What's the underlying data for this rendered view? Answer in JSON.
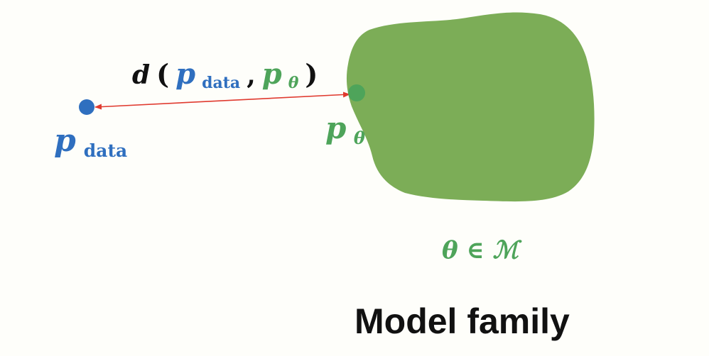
{
  "colors": {
    "background": "#fefefa",
    "data_blue": "#2f6fbf",
    "model_green": "#4ea45a",
    "region_green": "#7cad57",
    "arrow_red": "#e03a2f",
    "text_black": "#111111"
  },
  "distance_label": {
    "func": "d",
    "open_paren": "(",
    "p_data_letter": "p",
    "p_data_subscript": "data",
    "comma": ",",
    "p_theta_letter": "p",
    "p_theta_subscript": "θ",
    "close_paren": ")"
  },
  "data_point": {
    "letter": "p",
    "subscript": "data"
  },
  "model_point": {
    "letter": "p",
    "subscript": "θ"
  },
  "membership": {
    "text": "θ ∈ ℳ"
  },
  "caption": {
    "text": "Model family"
  }
}
